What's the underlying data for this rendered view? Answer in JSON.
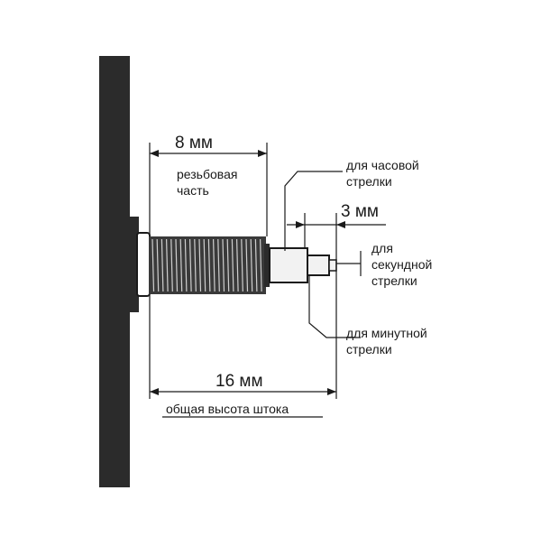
{
  "dimensions": {
    "thread_length": "8 мм",
    "tip_length": "3 мм",
    "total_height": "16 мм"
  },
  "labels": {
    "thread_part": [
      "резьбовая",
      "часть"
    ],
    "hour_hand": [
      "для часовой",
      "стрелки"
    ],
    "second_hand": [
      "для",
      "секундной",
      "стрелки"
    ],
    "minute_hand": [
      "для минутной",
      "стрелки"
    ],
    "total_height": "общая высота штока"
  },
  "colors": {
    "panel": "#2b2b2b",
    "line": "#1a1a1a",
    "thread": "#3a3a3a",
    "sleeve": "#f2f2f2",
    "background": "#ffffff"
  }
}
